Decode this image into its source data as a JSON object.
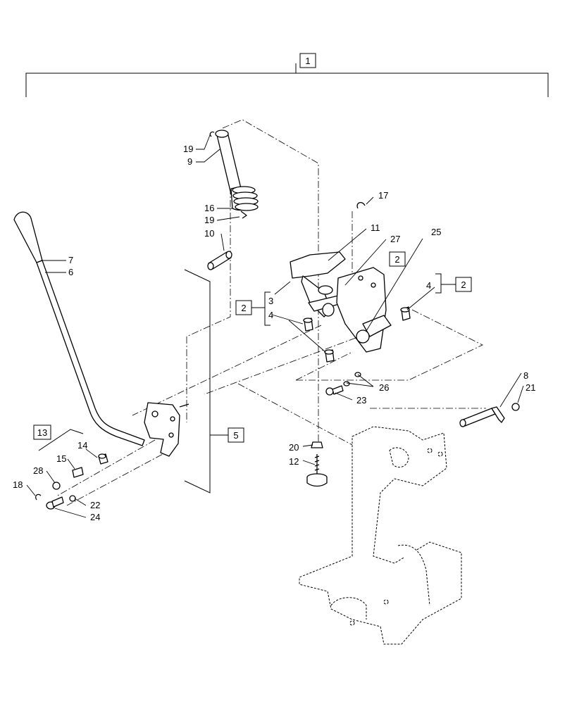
{
  "callouts": {
    "c1": "1",
    "c2a": "2",
    "c2b": "2",
    "c2c": "2",
    "c3": "3",
    "c4a": "4",
    "c4b": "4",
    "c5": "5",
    "c6": "6",
    "c7": "7",
    "c8": "8",
    "c9": "9",
    "c10": "10",
    "c11": "11",
    "c12": "12",
    "c13": "13",
    "c14": "14",
    "c15": "15",
    "c16": "16",
    "c17": "17",
    "c18": "18",
    "c19a": "19",
    "c19b": "19",
    "c20": "20",
    "c21": "21",
    "c22": "22",
    "c23": "23",
    "c24": "24",
    "c25": "25",
    "c26": "26",
    "c27": "27",
    "c28": "28"
  }
}
